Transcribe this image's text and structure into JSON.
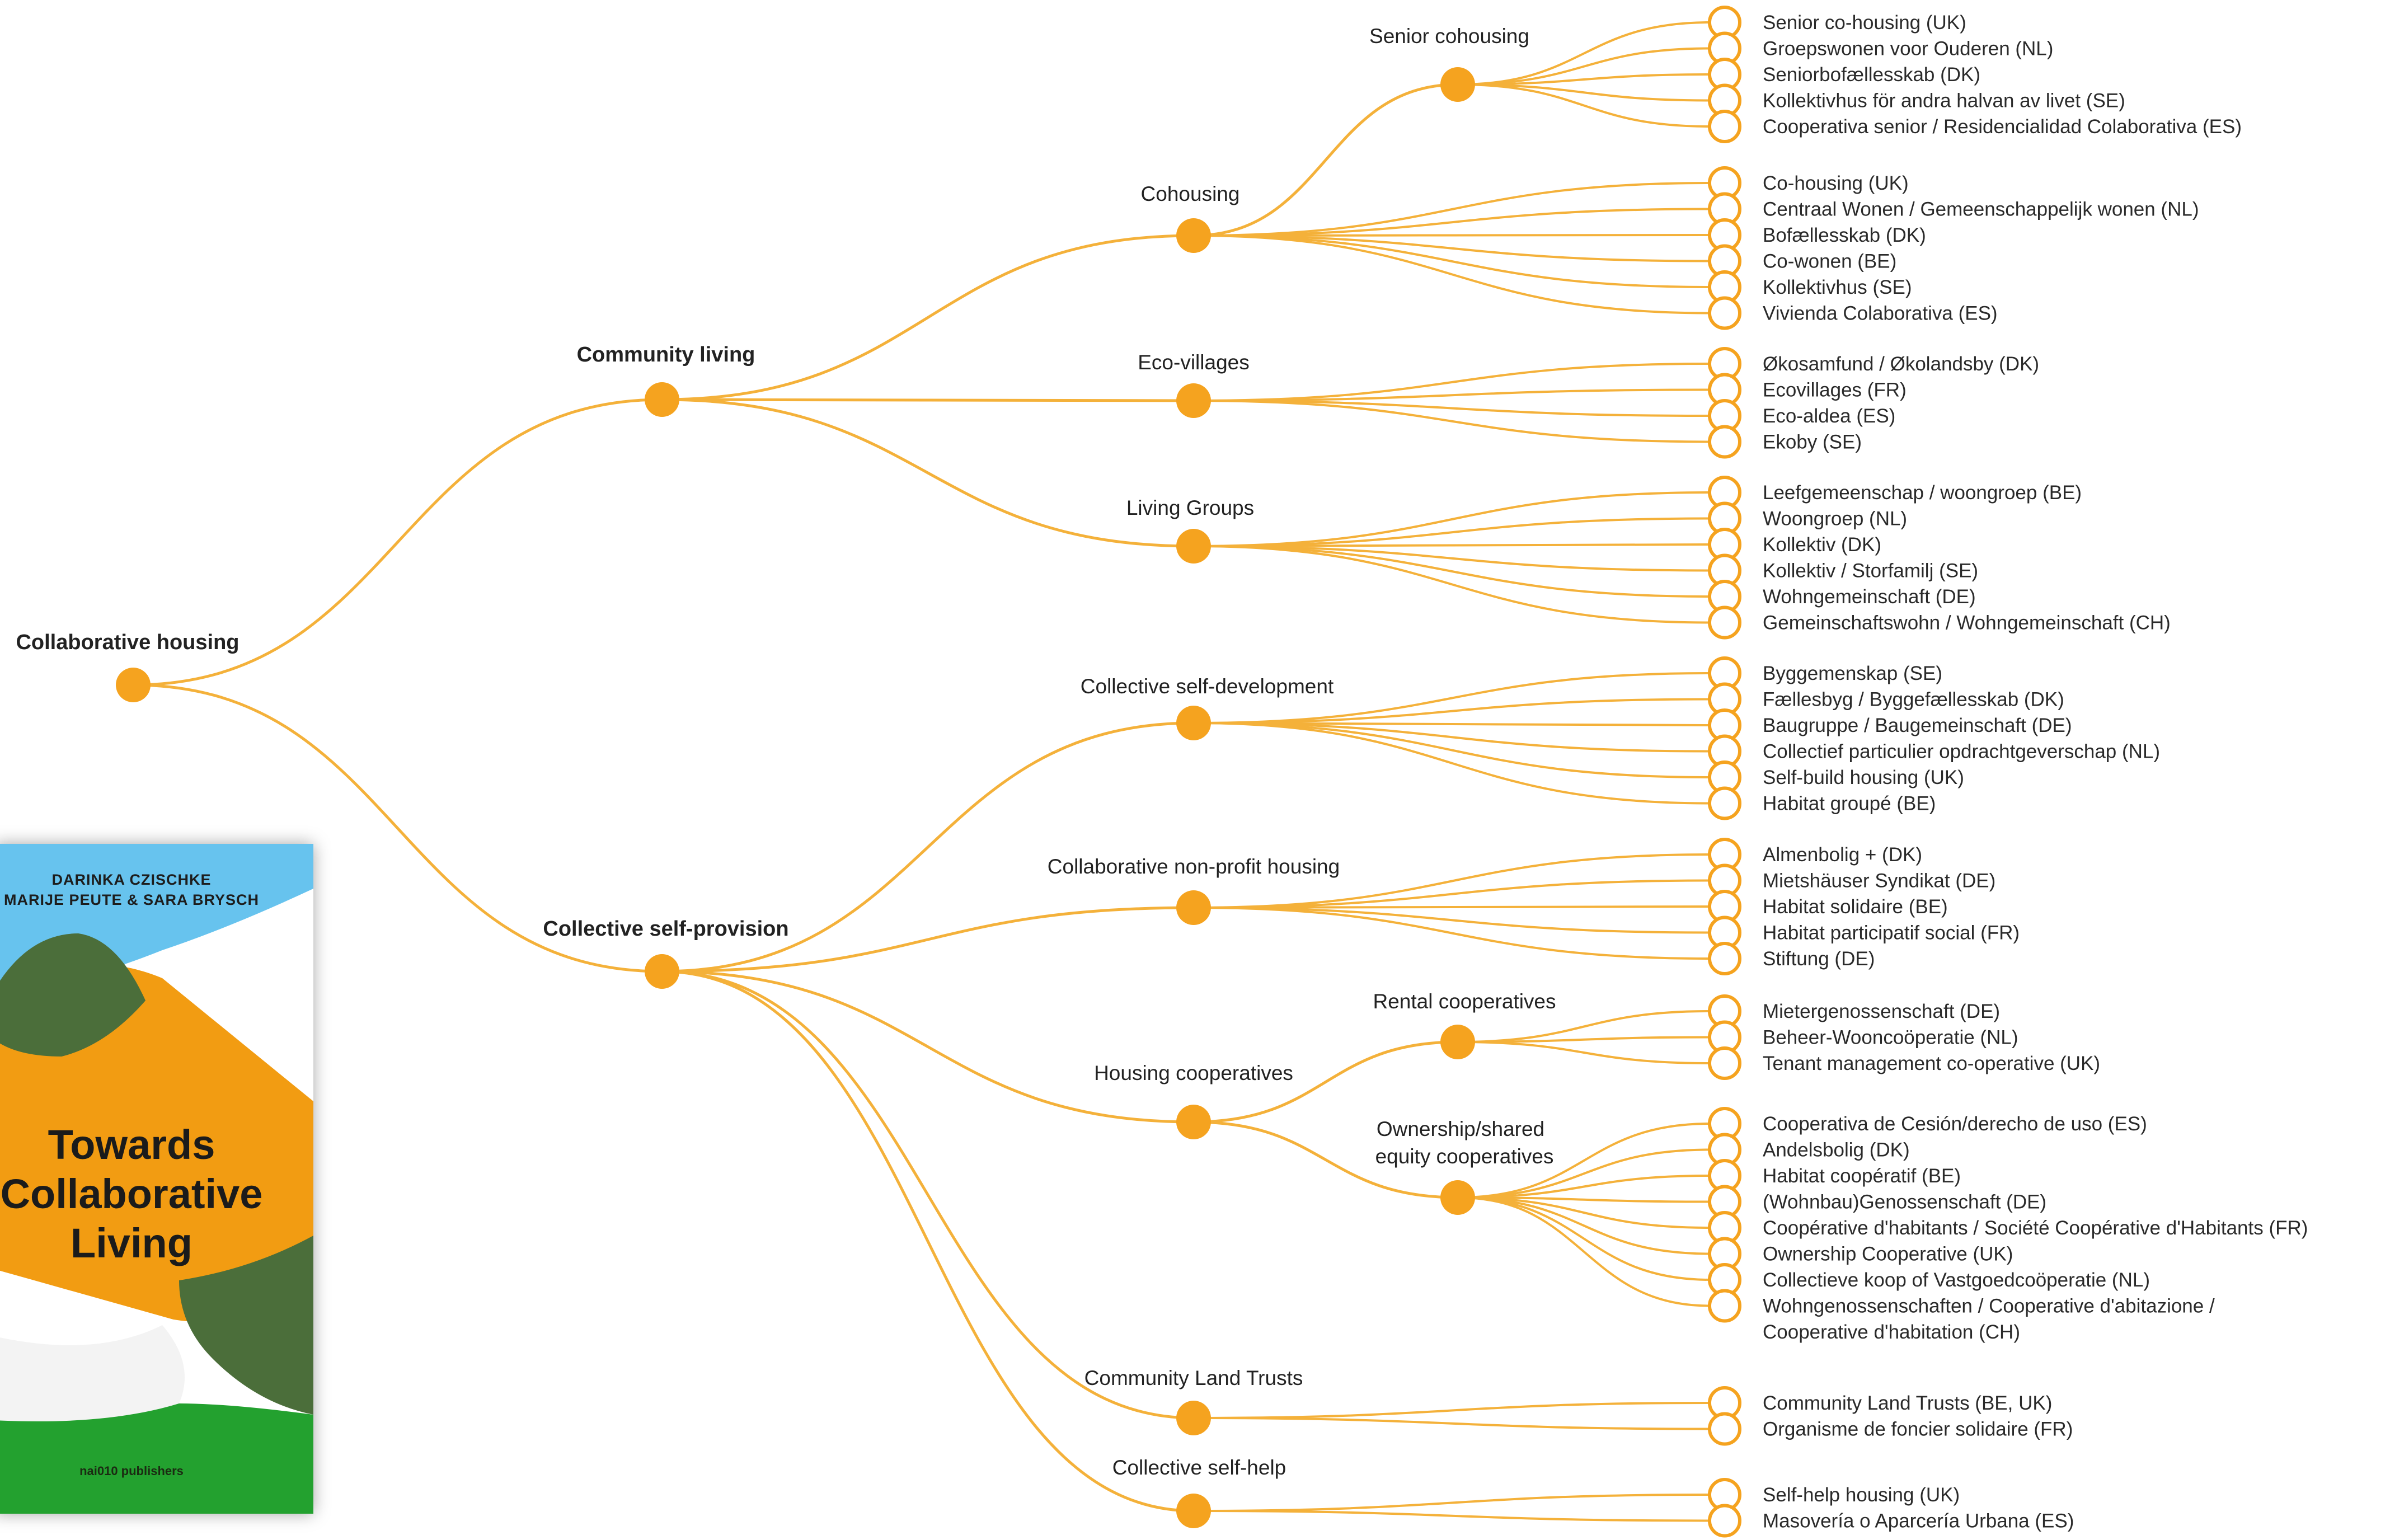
{
  "colors": {
    "branch": "#F4B13A",
    "dot": "#F5A31F",
    "leaf_ring": "#F5A31F",
    "cover_orange": "#F29C12",
    "cover_blue": "#67C3EE",
    "cover_dark_green": "#4B6E3A",
    "cover_green": "#23A12F",
    "cover_light": "#F3F3F3"
  },
  "tree": {
    "root": "Collaborative housing",
    "groups": [
      {
        "label": "Community living",
        "types": [
          {
            "label": "Cohousing",
            "sub": [
              {
                "label": "Senior cohousing",
                "leaves": [
                  "Senior co-housing (UK)",
                  "Groepswonen voor Ouderen (NL)",
                  "Seniorbofællesskab (DK)",
                  "Kollektivhus för andra halvan av livet (SE)",
                  "Cooperativa senior / Residencialidad Colaborativa (ES)"
                ]
              }
            ],
            "leaves": [
              "Co-housing (UK)",
              "Centraal Wonen / Gemeenschappelijk wonen (NL)",
              "Bofællesskab (DK)",
              "Co-wonen (BE)",
              "Kollektivhus (SE)",
              "Vivienda Colaborativa (ES)"
            ]
          },
          {
            "label": "Eco-villages",
            "leaves": [
              "Økosamfund / Økolandsby (DK)",
              "Ecovillages (FR)",
              "Eco-aldea (ES)",
              "Ekoby (SE)"
            ]
          },
          {
            "label": "Living Groups",
            "leaves": [
              "Leefgemeenschap / woongroep (BE)",
              "Woongroep (NL)",
              "Kollektiv (DK)",
              "Kollektiv / Storfamilj (SE)",
              "Wohngemeinschaft (DE)",
              "Gemeinschaftswohn / Wohngemeinschaft (CH)"
            ]
          }
        ]
      },
      {
        "label": "Collective self-provision",
        "types": [
          {
            "label": "Collective self-development",
            "leaves": [
              "Byggemenskap (SE)",
              "Fællesbyg / Byggefællesskab (DK)",
              "Baugruppe / Baugemeinschaft (DE)",
              "Collectief particulier opdrachtgeverschap (NL)",
              "Self-build housing (UK)",
              "Habitat groupé (BE)"
            ]
          },
          {
            "label": "Collaborative non-profit housing",
            "leaves": [
              "Almenbolig + (DK)",
              "Mietshäuser Syndikat (DE)",
              "Habitat solidaire (BE)",
              "Habitat participatif social (FR)",
              "Stiftung (DE)"
            ]
          },
          {
            "label": "Housing cooperatives",
            "sub": [
              {
                "label": "Rental cooperatives",
                "leaves": [
                  "Mietergenossenschaft (DE)",
                  "Beheer-Wooncoöperatie (NL)",
                  "Tenant management co-operative (UK)"
                ]
              },
              {
                "label_line1": "Ownership/shared",
                "label_line2": "equity cooperatives",
                "leaves": [
                  "Cooperativa de Cesión/derecho de uso (ES)",
                  "Andelsbolig (DK)",
                  "Habitat coopératif (BE)",
                  "(Wohnbau)Genossenschaft (DE)",
                  "Coopérative d'habitants / Société Coopérative d'Habitants (FR)",
                  "Ownership Cooperative (UK)",
                  "Collectieve koop of Vastgoedcoöperatie (NL)",
                  "Wohngenossenschaften / Cooperative d'abitazione /",
                  "Cooperative d'habitation (CH)"
                ]
              }
            ]
          },
          {
            "label": "Community Land Trusts",
            "leaves": [
              "Community Land Trusts (BE, UK)",
              "Organisme de foncier solidaire (FR)"
            ]
          },
          {
            "label": "Collective self-help",
            "leaves": [
              "Self-help housing (UK)",
              "Masovería o Aparcería Urbana (ES)"
            ]
          }
        ]
      }
    ]
  },
  "book": {
    "authors_line1": "DARINKA CZISCHKE",
    "authors_line2": "MARIJE PEUTE & SARA BRYSCH",
    "title_line1": "Towards",
    "title_line2": "Collaborative",
    "title_line3": "Living",
    "publisher": "nai010 publishers"
  }
}
